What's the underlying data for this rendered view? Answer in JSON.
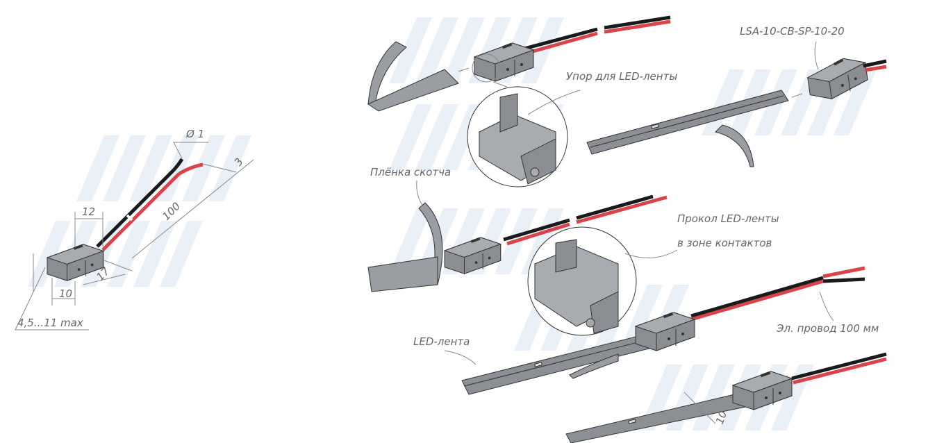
{
  "left_drawing": {
    "dims": {
      "wire_diameter": "Ø 1",
      "strip_length": "3",
      "wire_length": "100",
      "width_top": "12",
      "depth": "17",
      "width_bottom": "10",
      "height_range": "4,5...11 max"
    }
  },
  "labels": {
    "model": "LSA-10-CB-SP-10-20",
    "stop": "Упор для LED-ленты",
    "tape_film": "Плёнка скотча",
    "pierce_line1": "Прокол LED-ленты",
    "pierce_line2": "в зоне контактов",
    "wire": "Эл. провод 100 мм",
    "led_strip": "LED-лента",
    "strip_width": "10"
  },
  "colors": {
    "wire_red": "#d9434a",
    "wire_black": "#1a1a1a",
    "watermark": "#e9f0f8"
  }
}
